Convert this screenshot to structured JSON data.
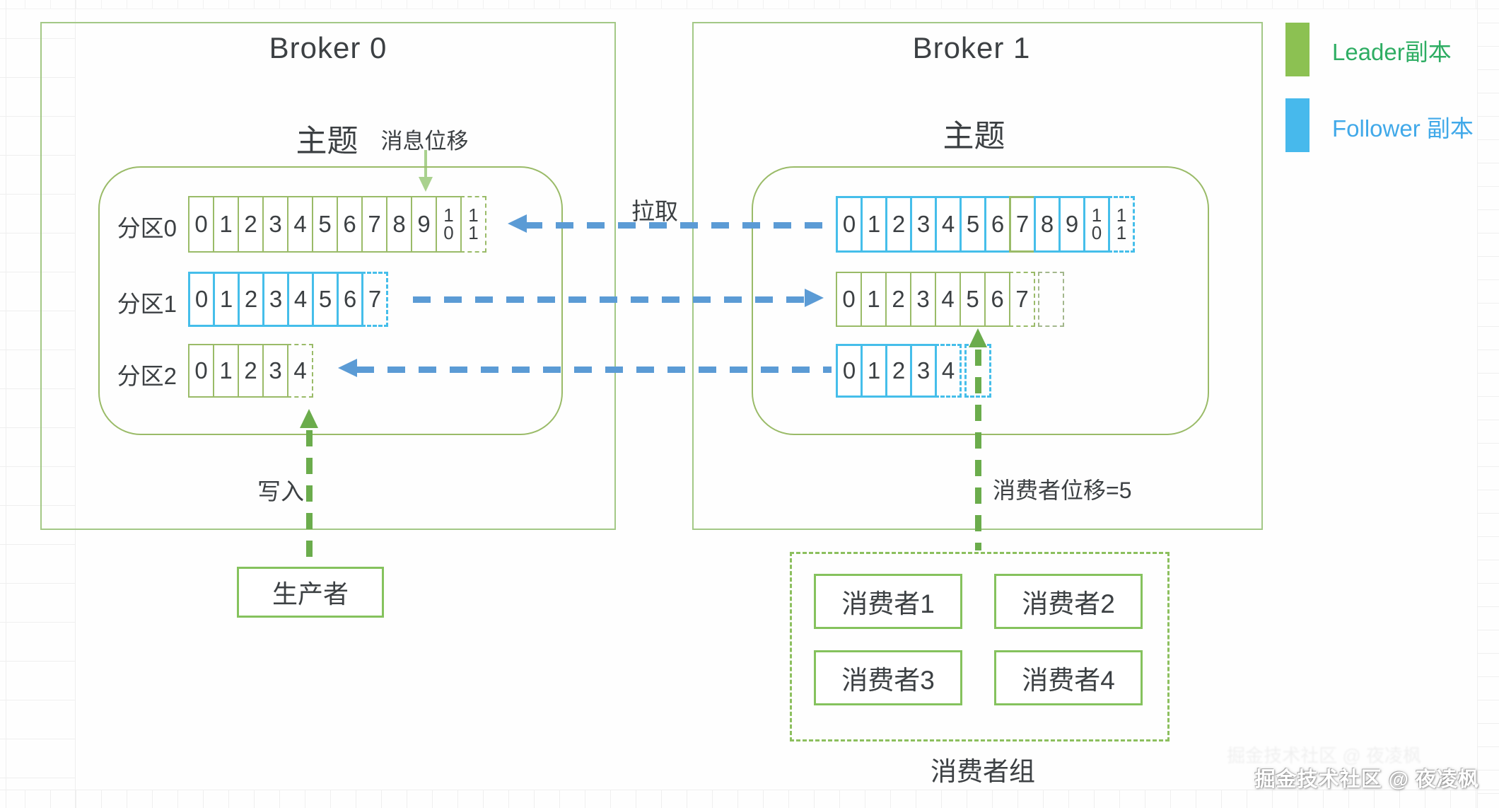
{
  "broker0": {
    "title": "Broker 0",
    "topic_label": "主题",
    "offset_label": "消息位移",
    "partitions": [
      {
        "label": "分区0",
        "color": "green",
        "cells": [
          "0",
          "1",
          "2",
          "3",
          "4",
          "5",
          "6",
          "7",
          "8",
          "9",
          "10"
        ],
        "dashed": [
          "11"
        ]
      },
      {
        "label": "分区1",
        "color": "blue",
        "cells": [
          "0",
          "1",
          "2",
          "3",
          "4",
          "5",
          "6"
        ],
        "dashed": [
          "7"
        ]
      },
      {
        "label": "分区2",
        "color": "green",
        "cells": [
          "0",
          "1",
          "2",
          "3"
        ],
        "dashed": [
          "4"
        ]
      }
    ]
  },
  "broker1": {
    "title": "Broker 1",
    "topic_label": "主题",
    "partitions": [
      {
        "color": "blue",
        "cells": [
          "0",
          "1",
          "2",
          "3",
          "4",
          "5",
          "6",
          "7",
          "8",
          "9",
          "10"
        ],
        "dashed": [
          "11"
        ],
        "highlight": 7
      },
      {
        "color": "green",
        "cells": [
          "0",
          "1",
          "2",
          "3",
          "4",
          "5",
          "6"
        ],
        "dashed": [
          "7",
          ""
        ]
      },
      {
        "color": "blue",
        "cells": [
          "0",
          "1",
          "2",
          "3"
        ],
        "dashed": [
          "4",
          ""
        ]
      }
    ]
  },
  "flows": {
    "pull_label": "拉取",
    "write_label": "写入",
    "consumer_offset_label": "消费者位移=5"
  },
  "producer": {
    "label": "生产者"
  },
  "consumer_group": {
    "label": "消费者组",
    "members": [
      "消费者1",
      "消费者2",
      "消费者3",
      "消费者4"
    ]
  },
  "legend": [
    {
      "label": "Leader副本",
      "color": "#8CC152",
      "text_color": "#2EAD63"
    },
    {
      "label": "Follower 副本",
      "color": "#47B9EC",
      "text_color": "#41A9E9"
    }
  ],
  "watermark": "掘金技术社区 @ 夜凌枫"
}
